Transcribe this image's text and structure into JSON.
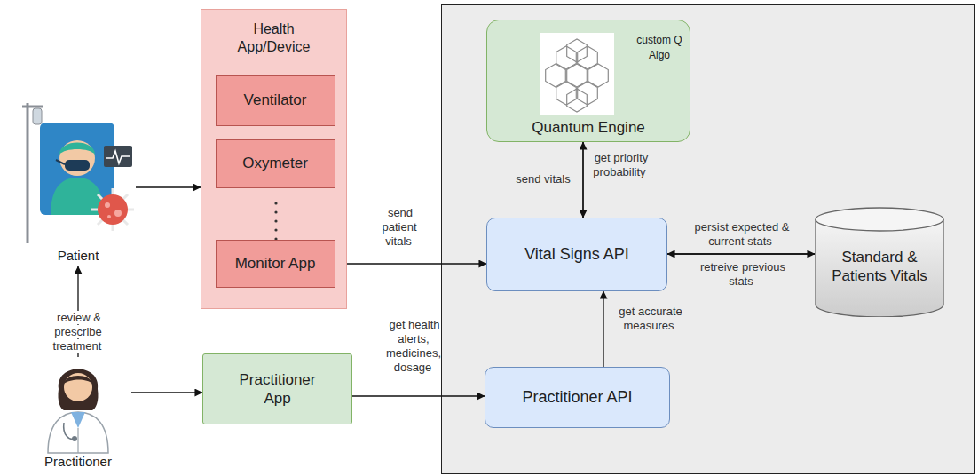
{
  "diagram": {
    "nodes": [
      {
        "text": [
          "Patient"
        ]
      },
      {
        "text": [
          "Health App/Device"
        ]
      },
      {
        "text": [
          "Ventilator"
        ],
        "in": 1
      },
      {
        "text": [
          "Oxymeter"
        ],
        "in": 1
      },
      {
        "text": [
          "Monitor App"
        ],
        "in": 1
      },
      {
        "text": [
          "custom Q Algo",
          "Quantum Engine"
        ]
      },
      {
        "text": [
          "Vital Signs API"
        ]
      },
      {
        "text": [
          "Standard & Patients Vitals"
        ]
      },
      {
        "text": [
          "Practitioner"
        ]
      },
      {
        "text": [
          "Practitioner App"
        ]
      },
      {
        "text": [
          "Practitioner API"
        ]
      }
    ],
    "edges": [
      {
        "from": 0,
        "to": 1,
        "arrow": "to"
      },
      {
        "from": 1,
        "to": 6,
        "label": "send patient vitals",
        "arrow": "to"
      },
      {
        "from": 6,
        "to": 5,
        "label": "send vitals",
        "arrow": "to"
      },
      {
        "from": 5,
        "to": 6,
        "label": "get priority probability",
        "arrow": "to"
      },
      {
        "from": 6,
        "to": 7,
        "label": "persist expected & current stats",
        "arrow": "to"
      },
      {
        "from": 7,
        "to": 6,
        "label": "retreive previous stats",
        "arrow": "to"
      },
      {
        "from": 10,
        "to": 6,
        "label": "get accurate measures",
        "arrow": "to"
      },
      {
        "from": 8,
        "to": 9,
        "arrow": "to"
      },
      {
        "from": 8,
        "to": 0,
        "label": "review & prescribe treatment",
        "arrow": "to"
      },
      {
        "from": 9,
        "to": 10,
        "label": "get health alerts, medicines, dosage",
        "arrow": "to"
      }
    ]
  }
}
